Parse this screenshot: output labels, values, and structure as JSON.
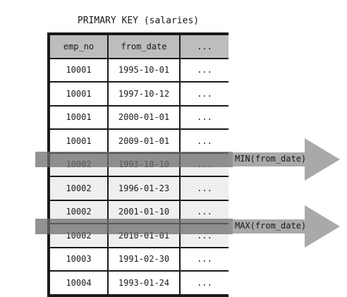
{
  "title": "PRIMARY KEY (salaries)",
  "columns": [
    "emp_no",
    "from_date",
    "..."
  ],
  "rows": [
    [
      "10001",
      "1995-10-01",
      "..."
    ],
    [
      "10001",
      "1997-10-12",
      "..."
    ],
    [
      "10001",
      "2000-01-01",
      "..."
    ],
    [
      "10001",
      "2009-01-01",
      "..."
    ],
    [
      "10002",
      "1993-10-10",
      "..."
    ],
    [
      "10002",
      "1996-01-23",
      "..."
    ],
    [
      "10002",
      "2001-01-10",
      "..."
    ],
    [
      "10002",
      "2010-01-01",
      "..."
    ],
    [
      "10003",
      "1991-02-30",
      "..."
    ],
    [
      "10004",
      "1993-01-24",
      "..."
    ]
  ],
  "markers": {
    "min_label": "MIN(from_date)",
    "max_label": "MAX(from_date)"
  },
  "colors": {
    "header": "#bdbdbd",
    "shaded_rows": "#efefef",
    "highlight": "#7a7a7a",
    "arrow": "#9a9a9a"
  }
}
